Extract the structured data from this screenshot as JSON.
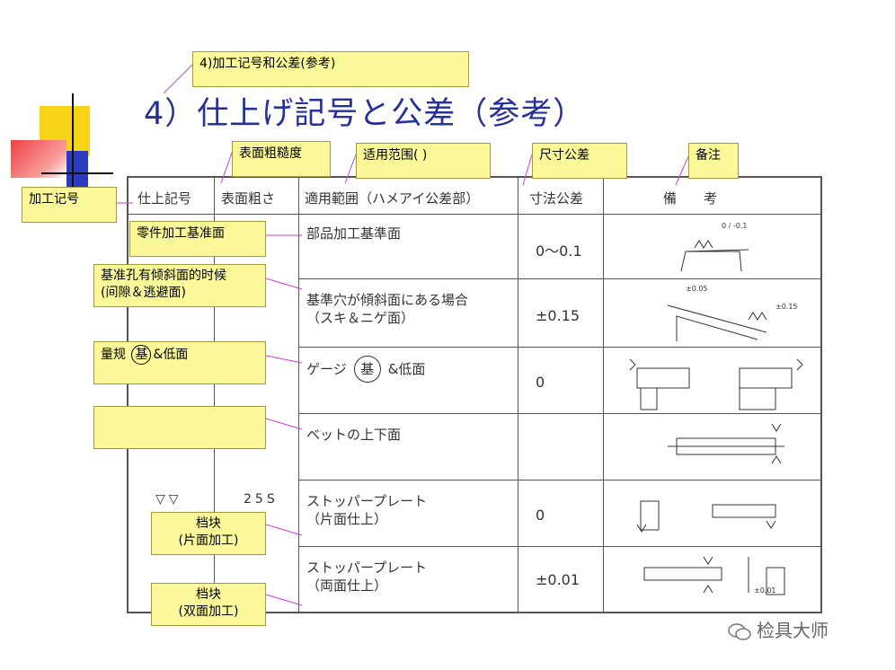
{
  "slide": {
    "title": "4）仕上げ記号と公差（参考）",
    "watermark": "检具大师"
  },
  "annotations": {
    "title_translation": "4)加工记号和公差(参考)",
    "col_roughness": "表面粗糙度",
    "col_scope": "适用范围(        )",
    "col_tolerance": "尺寸公差",
    "col_remarks": "备注",
    "col_mark": "加工记号",
    "row1": "零件加工基准面",
    "row2_line1": "基准孔有倾斜面的时候",
    "row2_line2": "(间隙＆逃避面)",
    "row3_pre": "量规",
    "row3_circle": "基",
    "row3_post": "&低面",
    "row4": "",
    "row5_line1": "档块",
    "row5_line2": "(片面加工)",
    "row6_line1": "档块",
    "row6_line2": "(双面加工)"
  },
  "table": {
    "headers": {
      "mark": "仕上記号",
      "roughness": "表面粗さ",
      "scope": "適用範囲（ハメアイ公差部）",
      "tolerance": "寸法公差",
      "remarks": "備　　考"
    },
    "rows": [
      {
        "scope1": "部品加工基準面",
        "scope2": "",
        "tolerance": "0〜0.1"
      },
      {
        "scope1": "基準穴が傾斜面にある場合",
        "scope2": "（スキ＆ニゲ面）",
        "tolerance": "±0.15"
      },
      {
        "scope_pre": "ゲージ",
        "scope_circle": "基",
        "scope_post": "&低面",
        "tolerance": "0"
      },
      {
        "scope1": "ベットの上下面",
        "scope2": "",
        "tolerance": ""
      },
      {
        "scope1": "ストッパープレート",
        "scope2": "（片面仕上）",
        "tolerance": "0"
      },
      {
        "scope1": "ストッパープレート",
        "scope2": "（両面仕上）",
        "tolerance": "±0.01"
      }
    ],
    "finish_mark": "▽▽",
    "roughness_value": "25S",
    "sketch_labels": {
      "r1": "0\n-0.1",
      "r2a": "±0.05",
      "r2b": "±0.15",
      "r6": "±0.01"
    }
  }
}
